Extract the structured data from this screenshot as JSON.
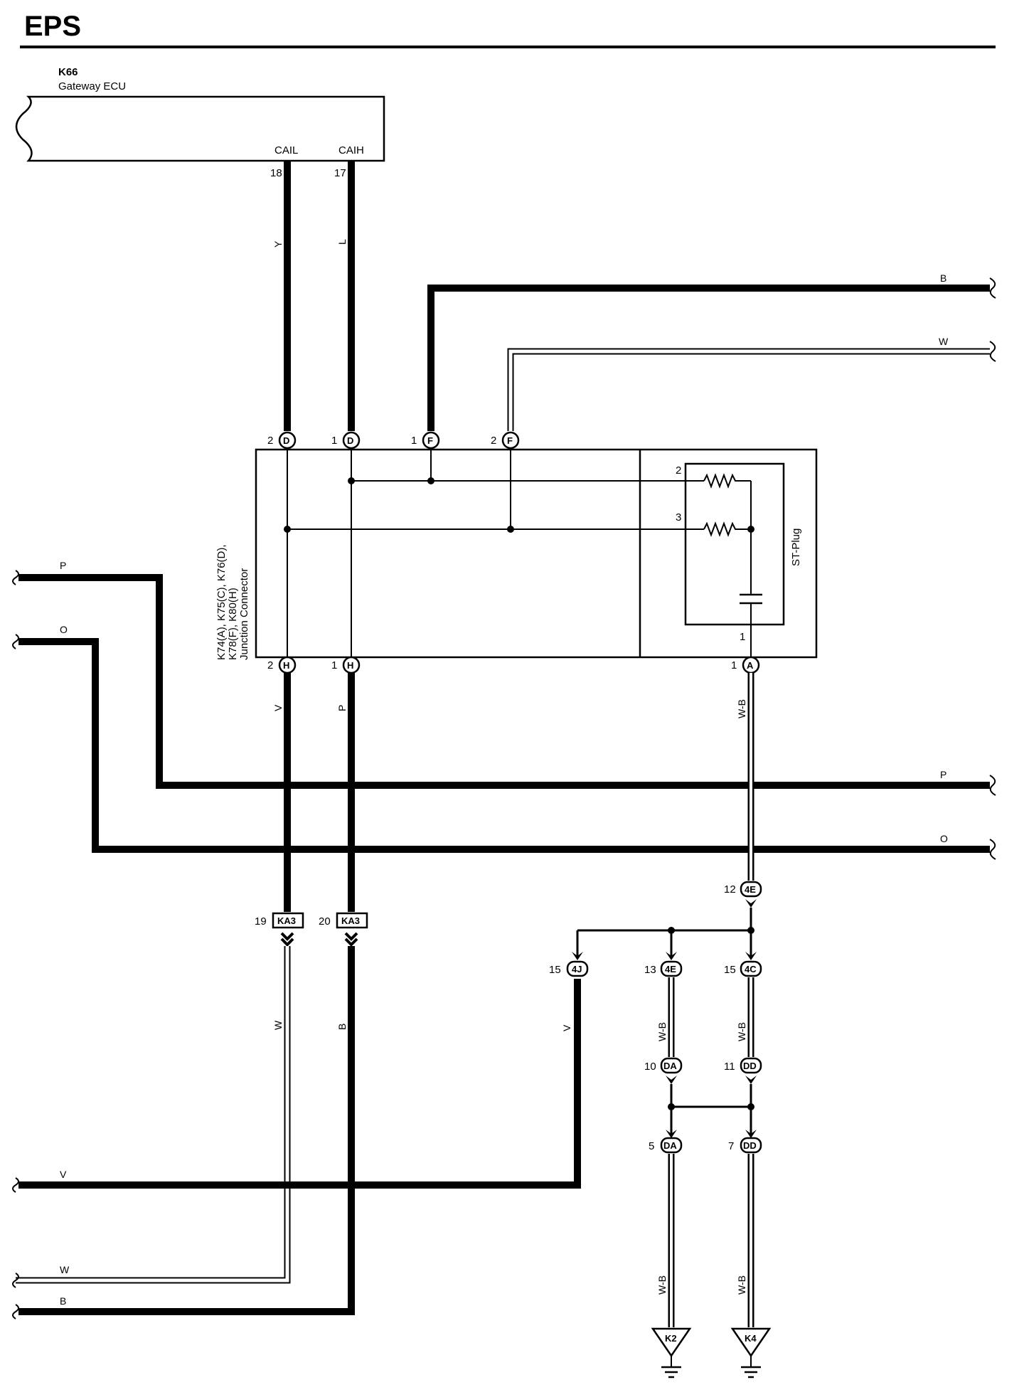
{
  "title": "EPS",
  "ecu": {
    "id": "K66",
    "name": "Gateway ECU",
    "pin_cail": "CAIL",
    "pin_caih": "CAIH",
    "pin_18": "18",
    "pin_17": "17"
  },
  "junction": {
    "line1": "K74(A), K75(C), K76(D),",
    "line2": "K78(F), K80(H)",
    "line3": "Junction Connector"
  },
  "st_plug": {
    "label": "ST-Plug",
    "pin2": "2",
    "pin3": "3",
    "pin1": "1"
  },
  "wires": {
    "Y": "Y",
    "L": "L",
    "B": "B",
    "W": "W",
    "P": "P",
    "O": "O",
    "V": "V",
    "WB": "W-B"
  },
  "connectors": {
    "D": "D",
    "F": "F",
    "H": "H",
    "A": "A",
    "c4E": "4E",
    "c4J": "4J",
    "c4C": "4C",
    "cDA": "DA",
    "cDD": "DD",
    "KA3": "KA3",
    "K2": "K2",
    "K4": "K4"
  },
  "pins": {
    "p1": "1",
    "p2": "2",
    "p5": "5",
    "p7": "7",
    "p10": "10",
    "p11": "11",
    "p12": "12",
    "p13": "13",
    "p15": "15",
    "p19": "19",
    "p20": "20"
  },
  "colors": {
    "ink": "#000000",
    "paper": "#ffffff"
  }
}
